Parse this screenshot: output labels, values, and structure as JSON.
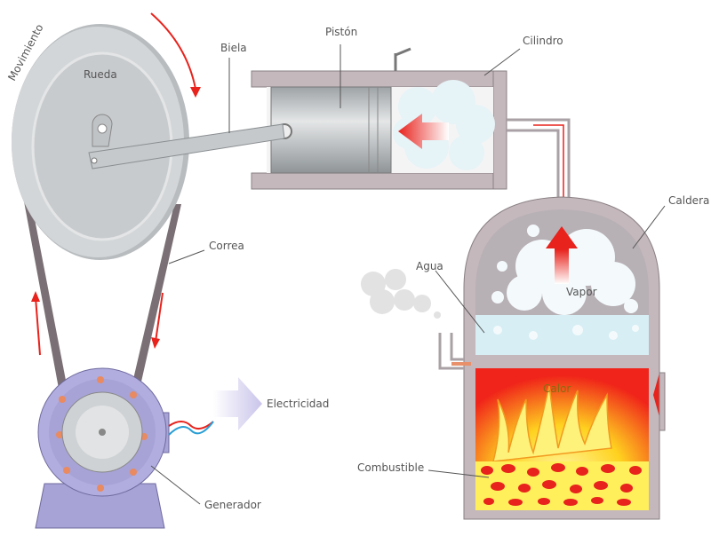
{
  "labels": {
    "movimiento": "Movimiento",
    "rueda": "Rueda",
    "biela": "Biela",
    "piston": "Pistón",
    "cilindro": "Cilindro",
    "correa": "Correa",
    "caldera": "Caldera",
    "agua": "Agua",
    "vapor": "Vapor",
    "calor": "Calor",
    "electricidad": "Electricidad",
    "combustible": "Combustible",
    "generador": "Generador"
  },
  "colors": {
    "arrow": "#e8221c",
    "metal": "#c9cbcd",
    "wall": "#c4b8bc",
    "generator": "#a7a3d6",
    "fire": "#ffdd33",
    "water": "#d6eef4"
  }
}
